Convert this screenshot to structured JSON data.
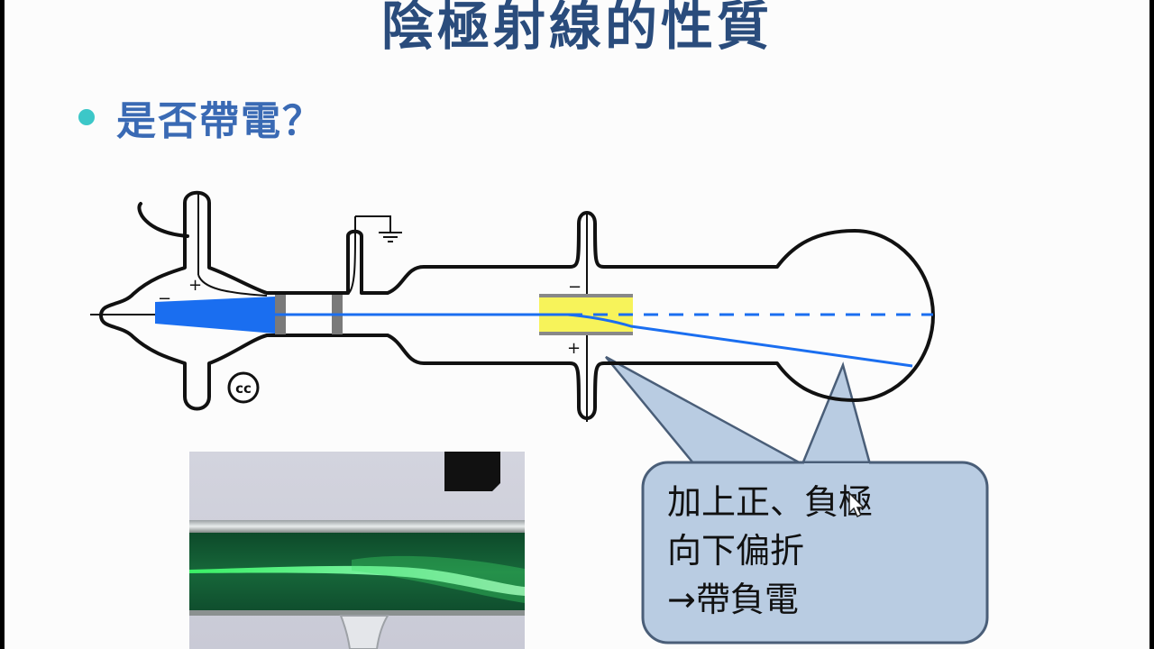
{
  "slide": {
    "title": "陰極射線的性質",
    "bullet": "是否帶電？",
    "diagram": {
      "cathode_sign": "−",
      "anode_sign": "+",
      "plate_top_sign": "−",
      "plate_bottom_sign": "+",
      "license_badge": "cc",
      "colors": {
        "beam": "#1a6ef0",
        "plates": "#f7f35a",
        "plate_edge": "#888888",
        "callout_fill": "#b9cce2",
        "callout_stroke": "#4a5e78"
      }
    },
    "callout": {
      "lines": [
        "加上正、負極",
        "向下偏折",
        "→帶負電"
      ]
    },
    "photo": {
      "description": "cathode ray tube photo with green deflected beam"
    }
  }
}
